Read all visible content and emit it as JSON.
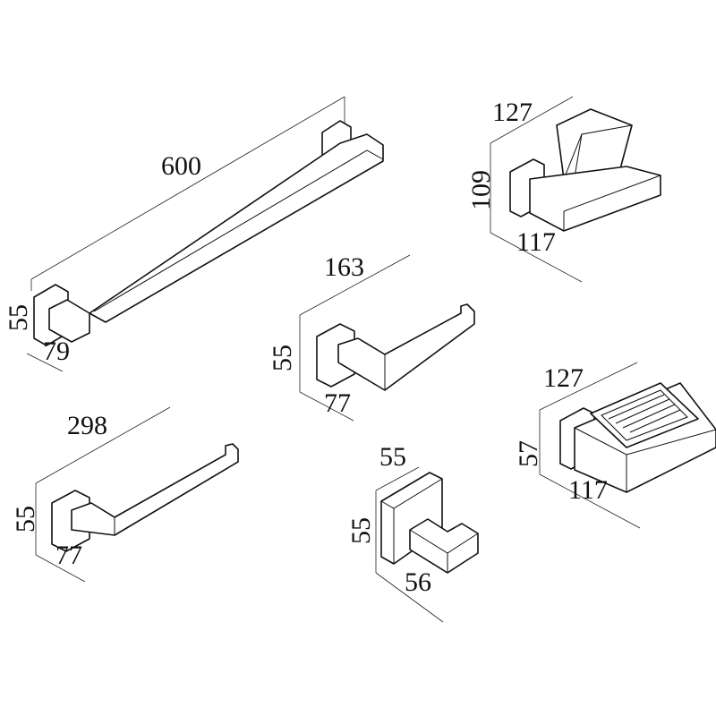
{
  "towel_bar": {
    "length": "600",
    "height": "55",
    "depth": "79"
  },
  "tumbler_holder": {
    "width": "127",
    "height": "109",
    "depth": "117"
  },
  "toilet_roll_holder": {
    "width": "163",
    "height": "55",
    "depth": "77"
  },
  "short_towel_bar": {
    "width": "298",
    "height": "55",
    "depth": "77"
  },
  "robe_hook": {
    "width": "55",
    "height": "55",
    "depth": "56"
  },
  "soap_dish": {
    "width": "127",
    "height": "57",
    "depth": "117"
  }
}
